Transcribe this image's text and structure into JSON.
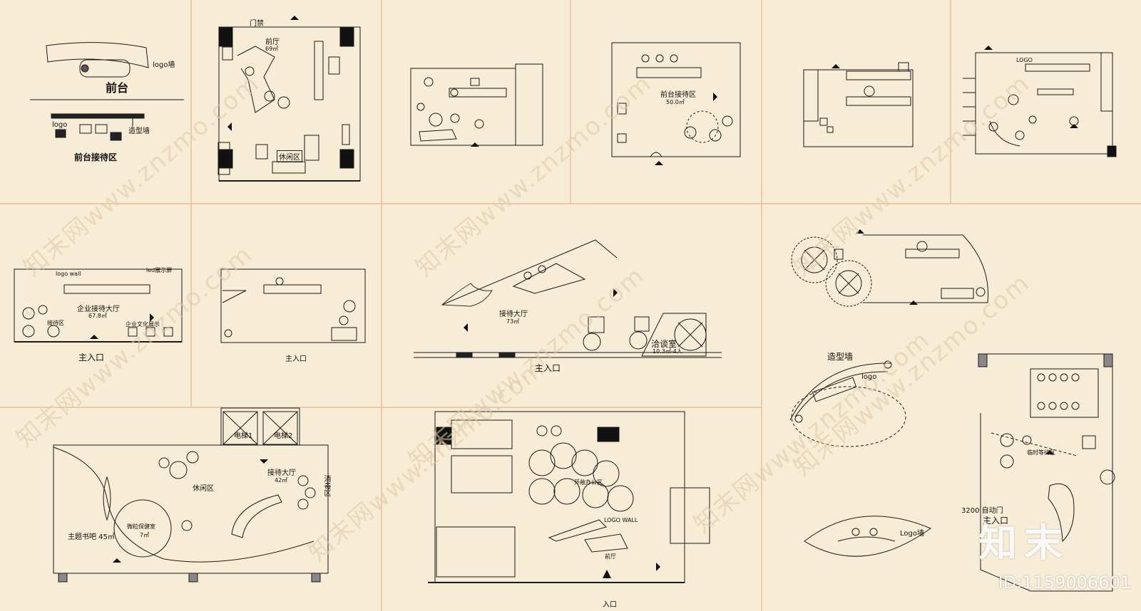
{
  "colors": {
    "background": "#f7ecd5",
    "grid": "#e9b48a",
    "ink": "#1a1a1a"
  },
  "watermark": {
    "text": "知末网www.znzmo.com"
  },
  "brand": {
    "text": "知末",
    "id_label": "ID:1159006601"
  },
  "panels": {
    "p1": {
      "logo_wall": "logo墙",
      "title": "前台",
      "logo": "logo",
      "feature_wall": "造型墙",
      "area": "前台接待区"
    },
    "p2": {
      "access": "门禁",
      "hall": "前厅",
      "hall_area": "69㎡",
      "lounge": "休闲区"
    },
    "p4": {
      "area": "前台接待区",
      "size": "50.0㎡"
    },
    "p6": {
      "logo": "LOGO"
    },
    "p7": {
      "logo_wall": "logo wall",
      "led": "led展示屏",
      "area": "企业接待大厅",
      "size": "67.8㎡",
      "wait": "接待区",
      "culture": "企业文化展示",
      "entrance": "主入口"
    },
    "p8": {
      "entrance": "主入口"
    },
    "p9": {
      "hall": "接待大厅",
      "hall_size": "73㎡",
      "meeting": "洽谈室",
      "meeting_size": "10.3㎡-4人",
      "entrance": "主入口"
    },
    "p11": {
      "elevator1": "电梯1",
      "elevator2": "电梯2",
      "lounge": "休闲区",
      "hall": "接待大厅",
      "hall_size": "42㎡",
      "disinfect": "消毒区",
      "library": "主题书吧  45㎡",
      "health": "微粒保健室",
      "health_size": "7㎡"
    },
    "p12": {
      "office": "开敞办公区",
      "logo_wall": "LOGO WALL",
      "front": "前厅",
      "entrance": "入口"
    },
    "p13": {
      "feature_wall": "造型墙",
      "logo": "logo",
      "logo2": "Logo墙"
    },
    "p14": {
      "auto_door": "3200 自动门",
      "entrance": "主入口",
      "wait": "临时等待区"
    }
  }
}
